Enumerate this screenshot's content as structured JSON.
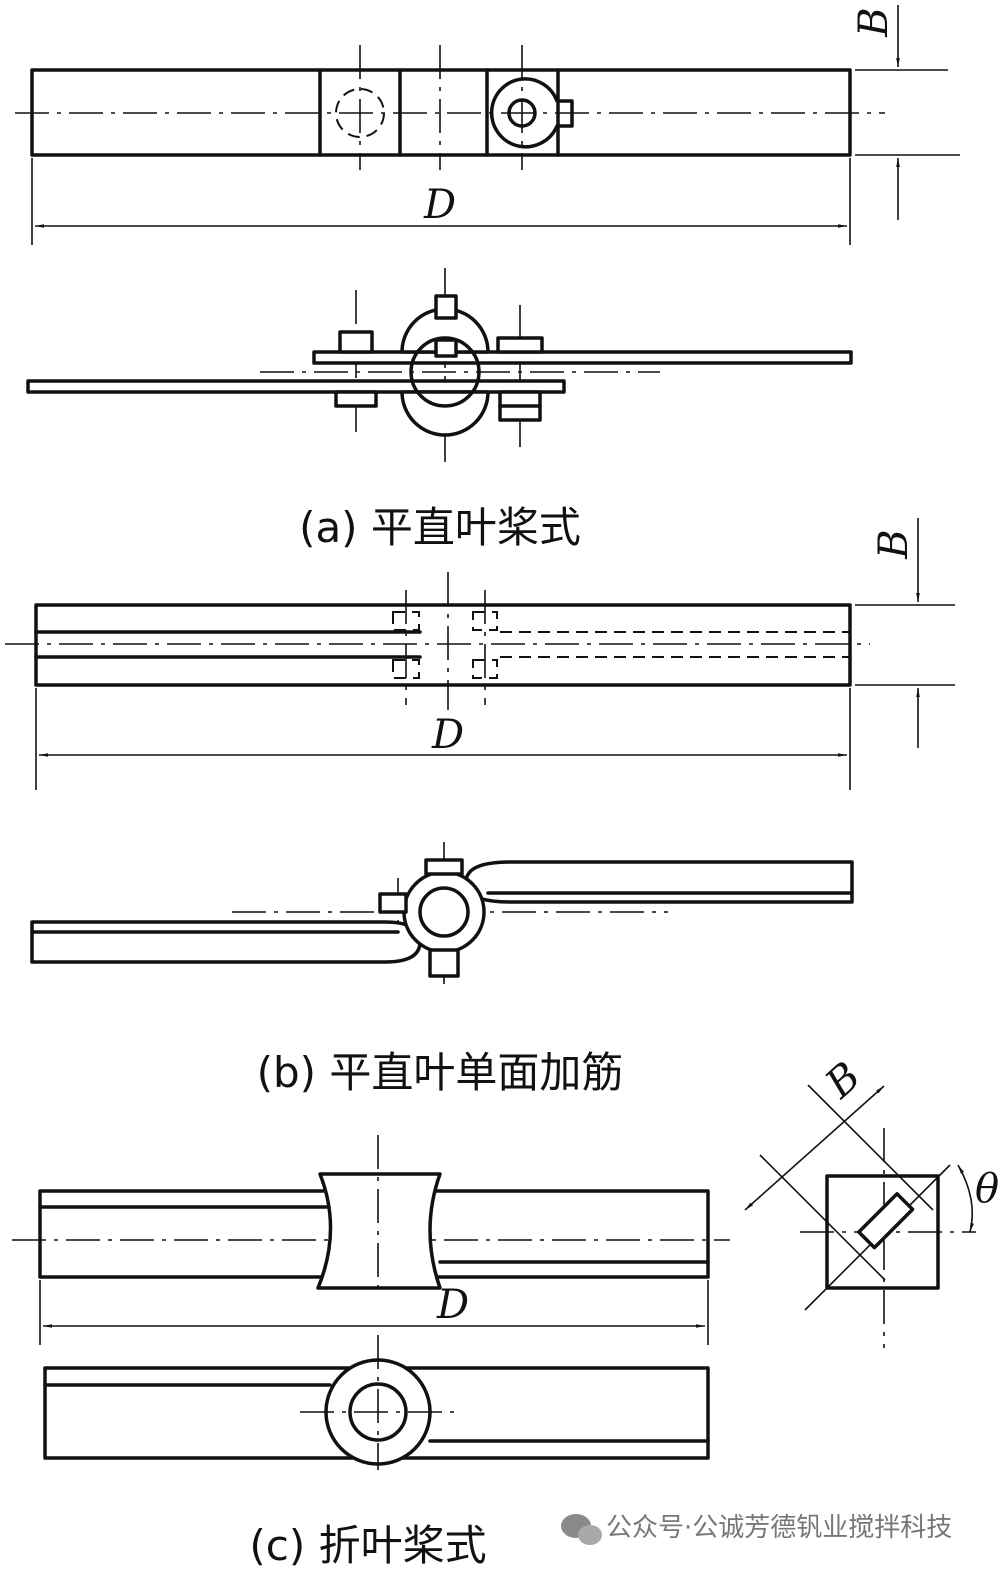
{
  "panel_a": {
    "caption": "(a) 平直叶桨式",
    "dim_d": "D",
    "dim_b": "B"
  },
  "panel_b": {
    "caption": "(b) 平直叶单面加筋",
    "dim_d": "D",
    "dim_b": "B"
  },
  "panel_c": {
    "caption": "(c) 折叶桨式",
    "dim_d": "D",
    "dim_b": "B",
    "dim_theta": "θ"
  },
  "watermark": {
    "text": "公众号·公诚芳德钒业搅拌科技"
  }
}
